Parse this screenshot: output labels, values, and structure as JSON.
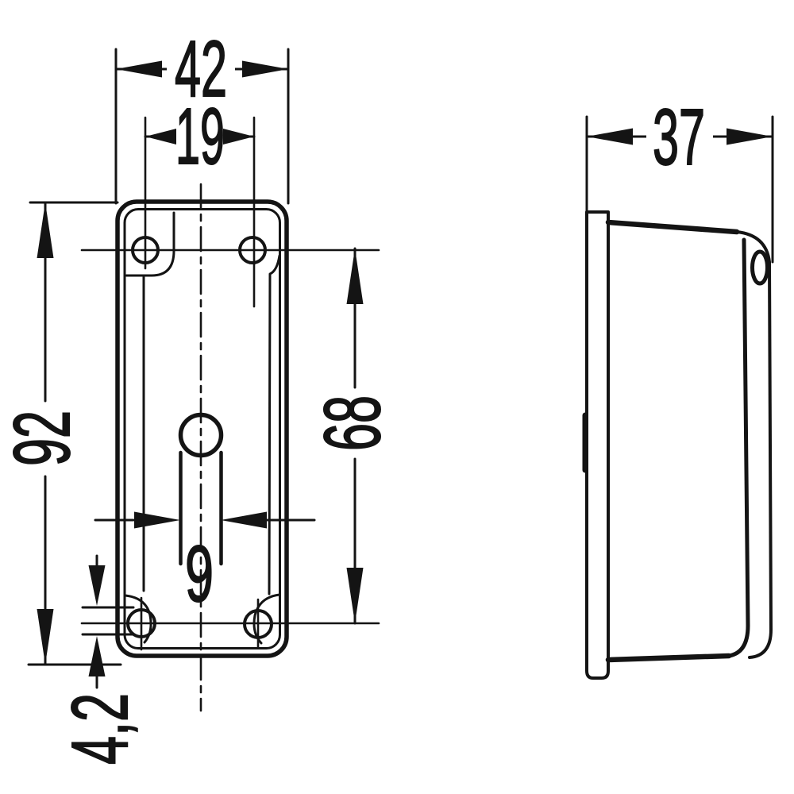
{
  "drawing": {
    "type": "technical-dimension-drawing",
    "background_color": "#ffffff",
    "line_color": "#141414",
    "front_view": {
      "description": "front view of rectangular lamp base with four screw holes, central cable hole and slot",
      "dimensions": {
        "overall_width": {
          "label": "42"
        },
        "top_hole_spacing": {
          "label": "19"
        },
        "overall_height": {
          "label": "92"
        },
        "hole_row_spacing": {
          "label": "68"
        },
        "cable_slot_width": {
          "label": "9"
        },
        "mounting_hole_dia": {
          "label": "4,2"
        }
      }
    },
    "side_view": {
      "description": "side profile with mounting plate, housing and top lug with elliptical hole",
      "dimensions": {
        "overall_depth": {
          "label": "37"
        }
      }
    }
  }
}
